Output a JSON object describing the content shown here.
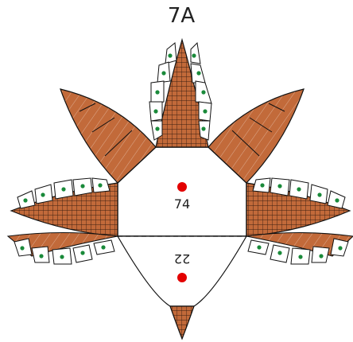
{
  "title": "7A",
  "labels": {
    "center_top": "74",
    "center_bottom": "22"
  },
  "colors": {
    "petal_fill": "#c26a3a",
    "petal_stroke": "#111111",
    "grid_line": "#2a2a2a",
    "tab_dot": "#1a8a3a",
    "center_dot": "#e30000",
    "outline": "#000000",
    "background": "#ffffff"
  }
}
